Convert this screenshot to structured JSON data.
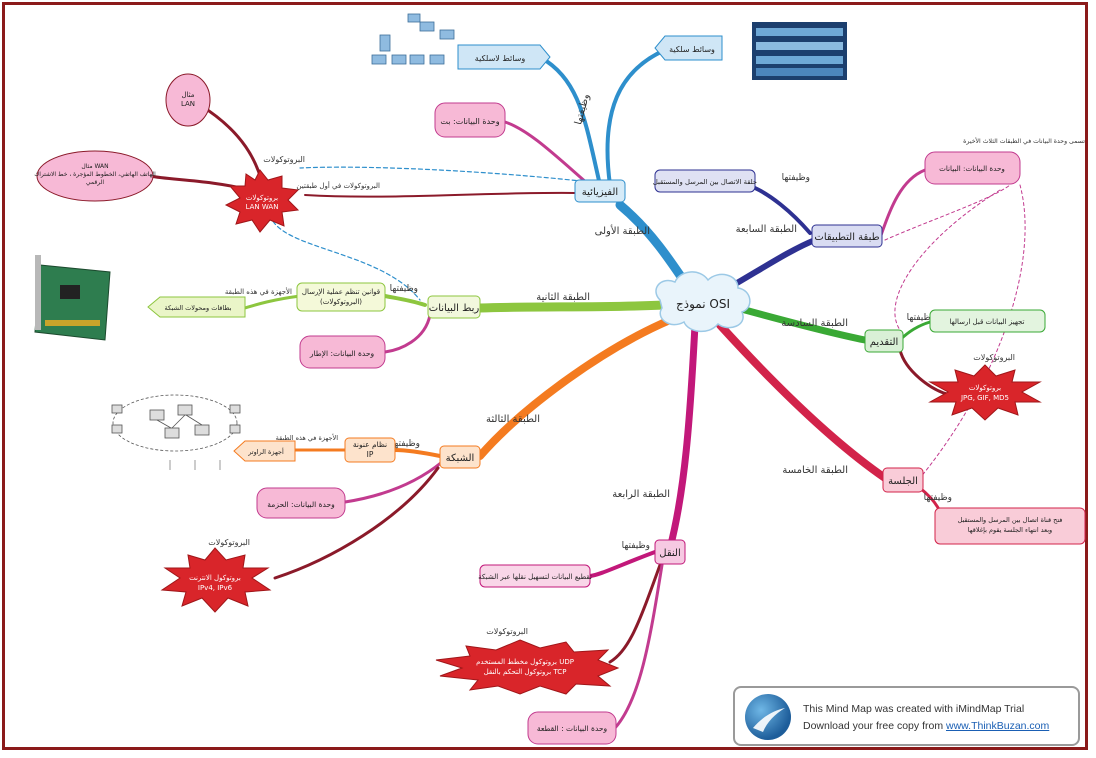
{
  "center": {
    "label": "نموذج OSI"
  },
  "layer_edges": {
    "first": "الطبقة الأولى",
    "second": "الطبقة الثانية",
    "third": "الطبقة الثالثة",
    "fourth": "الطبقة الرابعة",
    "fifth": "الطبقة الخامسة",
    "sixth": "الطبقة السادسة",
    "seventh": "الطبقة السابعة"
  },
  "physical": {
    "label": "الفيزيائية",
    "function_edge": "وظيفتها",
    "wired": "وسائط سلكية",
    "wireless": "وسائط لاسلكية",
    "data_unit": "وحدة البيانات: بت",
    "protocols_edge": "البروتوكولات",
    "protocols": "بروتوكولات LAN WAN",
    "protocols_note": "البروتوكولات في أول طبقتين",
    "lan": "مثال LAN",
    "wan": "مثال WAN الهاتف الهاتفي، الخطوط المؤجرة ، خط الاشتراك الرقمي"
  },
  "datalink": {
    "label": "ربط البيانات",
    "function_edge": "وظيفتها",
    "function": "قوانين تنظم عملية الإرسال (البروتوكولات)",
    "devices_edge": "الأجهزة في هذه الطبقة",
    "devices": "بطاقات ومحولات الشبكة",
    "data_unit": "وحدة البيانات: الإطار"
  },
  "network": {
    "label": "الشبكة",
    "function_edge": "وظيفتها",
    "function": "نظام عنونة IP",
    "devices_edge": "الأجهزة في هذه الطبقة",
    "devices": "أجهزة الراوتر",
    "data_unit": "وحدة البيانات: الحزمة",
    "protocols_edge": "البروتوكولات",
    "protocols": "بروتوكول الانترنت IPv4, IPv6"
  },
  "transport": {
    "label": "النقل",
    "function_edge": "وظيفتها",
    "function": "تقطيع البيانات لتسهيل نقلها عبر الشبكة",
    "protocols_edge": "البروتوكولات",
    "protocols": "بروتوكول مخطط المستخدم UDP بروتوكول التحكم بالنقل TCP",
    "data_unit": "وحدة البيانات : القطعة"
  },
  "session": {
    "label": "الجلسة",
    "function_edge": "وظيفتها",
    "function": "فتح قناة اتصال بين المرسل والمستقبل وبعد انتهاء الجلسة يقوم بإغلاقها"
  },
  "presentation": {
    "label": "التقديم",
    "function_edge": "وظيفتها",
    "function": "تجهيز البيانات قبل ارسالها",
    "protocols_edge": "البروتوكولات",
    "protocols": "بروتوكولات JPG, GIF, MD5"
  },
  "application": {
    "label": "طبقة التطبيقات",
    "function_edge": "وظيفتها",
    "function": "حلقة الاتصال بين المرسل والمستقبل",
    "note": "تسمى وحدة البيانات في الطبقات الثلاث الأخيرة",
    "data_unit": "وحدة البيانات: البيانات"
  },
  "trial": {
    "line1": "This Mind Map was created with iMindMap Trial",
    "line2_prefix": "Download your free copy from ",
    "link": "www.ThinkBuzan.com"
  },
  "colors": {
    "frame": "#8b1a1a",
    "physical": "#2e8fcc",
    "datalink": "#8dc63f",
    "network": "#f47b20",
    "transport": "#c2187a",
    "session": "#d2234a",
    "presentation": "#3aa935",
    "application": "#2e3192",
    "protocols_burst": "#d9252a",
    "pink_box": "#f7b9d6",
    "dark_red": "#8b1a2a"
  }
}
